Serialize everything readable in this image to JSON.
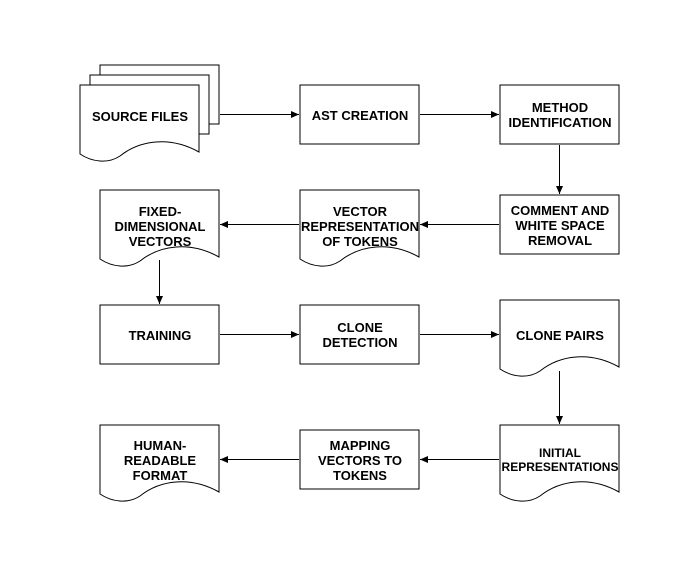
{
  "diagram": {
    "nodes": [
      {
        "id": "source_files",
        "label": "SOURCE FILES",
        "shape": "multi-document"
      },
      {
        "id": "ast_creation",
        "label": "AST CREATION",
        "shape": "process"
      },
      {
        "id": "method_identification",
        "label": "METHOD\nIDENTIFICATION",
        "shape": "process"
      },
      {
        "id": "comment_removal",
        "label": "COMMENT AND\nWHITE SPACE\nREMOVAL",
        "shape": "process"
      },
      {
        "id": "vector_representation",
        "label": "VECTOR\nREPRESENTATION\nOF TOKENS",
        "shape": "document"
      },
      {
        "id": "fixed_vectors",
        "label": "FIXED-\nDIMENSIONAL\nVECTORS",
        "shape": "document"
      },
      {
        "id": "training",
        "label": "TRAINING",
        "shape": "process"
      },
      {
        "id": "clone_detection",
        "label": "CLONE\nDETECTION",
        "shape": "process"
      },
      {
        "id": "clone_pairs",
        "label": "CLONE PAIRS",
        "shape": "document"
      },
      {
        "id": "initial_representations",
        "label": "INITIAL\nREPRESENTATIONS",
        "shape": "document"
      },
      {
        "id": "mapping_vectors",
        "label": "MAPPING\nVECTORS TO\nTOKENS",
        "shape": "process"
      },
      {
        "id": "human_readable",
        "label": "HUMAN-\nREADABLE\nFORMAT",
        "shape": "document"
      }
    ],
    "edges": [
      {
        "from": "source_files",
        "to": "ast_creation"
      },
      {
        "from": "ast_creation",
        "to": "method_identification"
      },
      {
        "from": "method_identification",
        "to": "comment_removal"
      },
      {
        "from": "comment_removal",
        "to": "vector_representation"
      },
      {
        "from": "vector_representation",
        "to": "fixed_vectors"
      },
      {
        "from": "fixed_vectors",
        "to": "training"
      },
      {
        "from": "training",
        "to": "clone_detection"
      },
      {
        "from": "clone_detection",
        "to": "clone_pairs"
      },
      {
        "from": "clone_pairs",
        "to": "initial_representations"
      },
      {
        "from": "initial_representations",
        "to": "mapping_vectors"
      },
      {
        "from": "mapping_vectors",
        "to": "human_readable"
      }
    ]
  }
}
